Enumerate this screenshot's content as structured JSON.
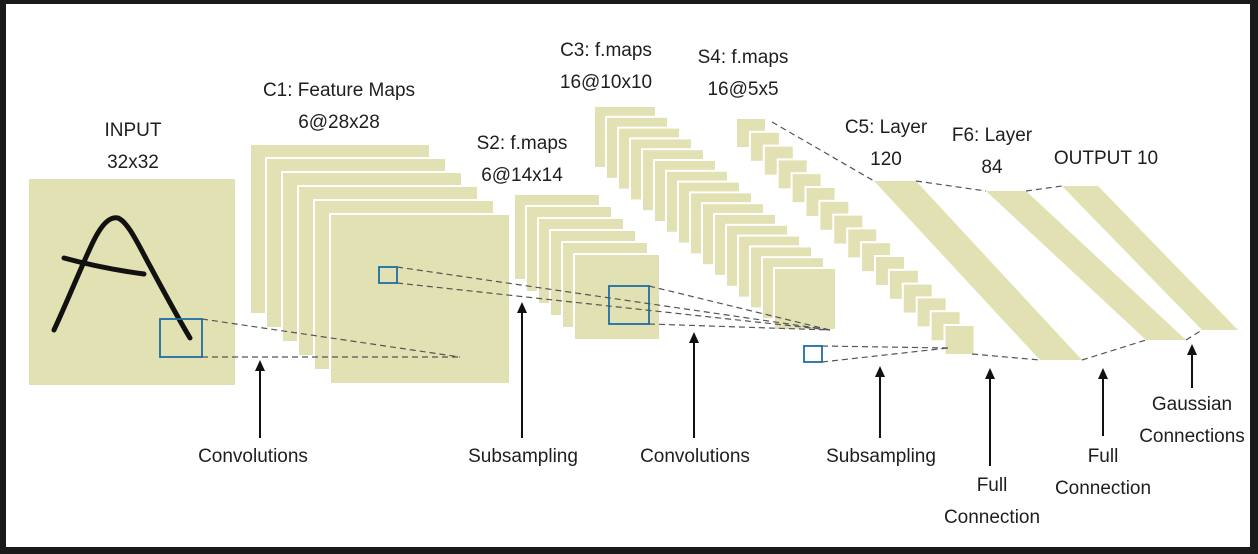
{
  "layers": {
    "input": {
      "name": "INPUT",
      "size": "32x32"
    },
    "c1": {
      "name": "C1: Feature Maps",
      "size": "6@28x28"
    },
    "s2": {
      "name": "S2: f.maps",
      "size": "6@14x14"
    },
    "c3": {
      "name": "C3: f.maps",
      "size": "16@10x10"
    },
    "s4": {
      "name": "S4: f.maps",
      "size": "16@5x5"
    },
    "c5": {
      "name": "C5: Layer",
      "size": "120"
    },
    "f6": {
      "name": "F6: Layer",
      "size": "84"
    },
    "output": {
      "name": "OUTPUT 10"
    }
  },
  "operations": {
    "op1": "Convolutions",
    "op2": "Subsampling",
    "op3": "Convolutions",
    "op4": "Subsampling",
    "op5": [
      "Full",
      "Connection"
    ],
    "op6": [
      "Full",
      "Connection"
    ],
    "op7": [
      "Gaussian",
      "Connections"
    ]
  },
  "colors": {
    "plane": "#e1e1b3",
    "receptive_field": "#1c6ea6"
  }
}
